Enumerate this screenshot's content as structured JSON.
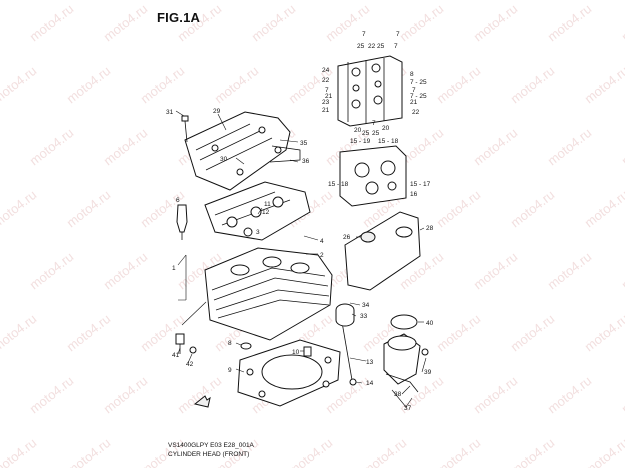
{
  "figure": {
    "title": "FIG.1A",
    "code": "VS1400GLPY E03 E28_001A",
    "name": "CYLINDER HEAD (FRONT)"
  },
  "watermark": {
    "text": "moto4.ru"
  },
  "callouts": [
    {
      "id": "c-31",
      "label": "31"
    },
    {
      "id": "c-29",
      "label": "29"
    },
    {
      "id": "c-35",
      "label": "35"
    },
    {
      "id": "c-30",
      "label": "30"
    },
    {
      "id": "c-36",
      "label": "36"
    },
    {
      "id": "c-12",
      "label": "12"
    },
    {
      "id": "c-11",
      "label": "11"
    },
    {
      "id": "c-4",
      "label": "4"
    },
    {
      "id": "c-2",
      "label": "2"
    },
    {
      "id": "c-1",
      "label": "1"
    },
    {
      "id": "c-3",
      "label": "3"
    },
    {
      "id": "c-6",
      "label": "6"
    },
    {
      "id": "c-41",
      "label": "41"
    },
    {
      "id": "c-42",
      "label": "42"
    },
    {
      "id": "c-8",
      "label": "8"
    },
    {
      "id": "c-9",
      "label": "9"
    },
    {
      "id": "c-10",
      "label": "10"
    },
    {
      "id": "c-13",
      "label": "13"
    },
    {
      "id": "c-14",
      "label": "14"
    },
    {
      "id": "c-33",
      "label": "33"
    },
    {
      "id": "c-34",
      "label": "34"
    },
    {
      "id": "c-40",
      "label": "40"
    },
    {
      "id": "c-39",
      "label": "39"
    },
    {
      "id": "c-38",
      "label": "38"
    },
    {
      "id": "c-37",
      "label": "37"
    },
    {
      "id": "c-26",
      "label": "26"
    },
    {
      "id": "c-28",
      "label": "28"
    },
    {
      "id": "c-15-18a",
      "label": "15 - 18"
    },
    {
      "id": "c-15-19",
      "label": "15 - 19"
    },
    {
      "id": "c-15-18b",
      "label": "15 - 18"
    },
    {
      "id": "c-15-17",
      "label": "15 - 17"
    },
    {
      "id": "c-16",
      "label": "16"
    },
    {
      "id": "c-7a",
      "label": "7"
    },
    {
      "id": "c-7b",
      "label": "7"
    },
    {
      "id": "c-25a",
      "label": "25"
    },
    {
      "id": "c-22a",
      "label": "22"
    },
    {
      "id": "c-25b",
      "label": "25"
    },
    {
      "id": "c-7c",
      "label": "7"
    },
    {
      "id": "c-24",
      "label": "24"
    },
    {
      "id": "c-22b",
      "label": "22"
    },
    {
      "id": "c-7d",
      "label": "7"
    },
    {
      "id": "c-21a",
      "label": "21"
    },
    {
      "id": "c-21b",
      "label": "21"
    },
    {
      "id": "c-23",
      "label": "23"
    },
    {
      "id": "c-8b",
      "label": "8"
    },
    {
      "id": "c-7-25a",
      "label": "7 - 25"
    },
    {
      "id": "c-7e",
      "label": "7"
    },
    {
      "id": "c-7-25b",
      "label": "7 - 25"
    },
    {
      "id": "c-21c",
      "label": "21"
    },
    {
      "id": "c-22c",
      "label": "22"
    },
    {
      "id": "c-20a",
      "label": "20"
    },
    {
      "id": "c-25c",
      "label": "25"
    },
    {
      "id": "c-7f",
      "label": "7"
    },
    {
      "id": "c-25d",
      "label": "25"
    },
    {
      "id": "c-20b",
      "label": "20"
    }
  ]
}
